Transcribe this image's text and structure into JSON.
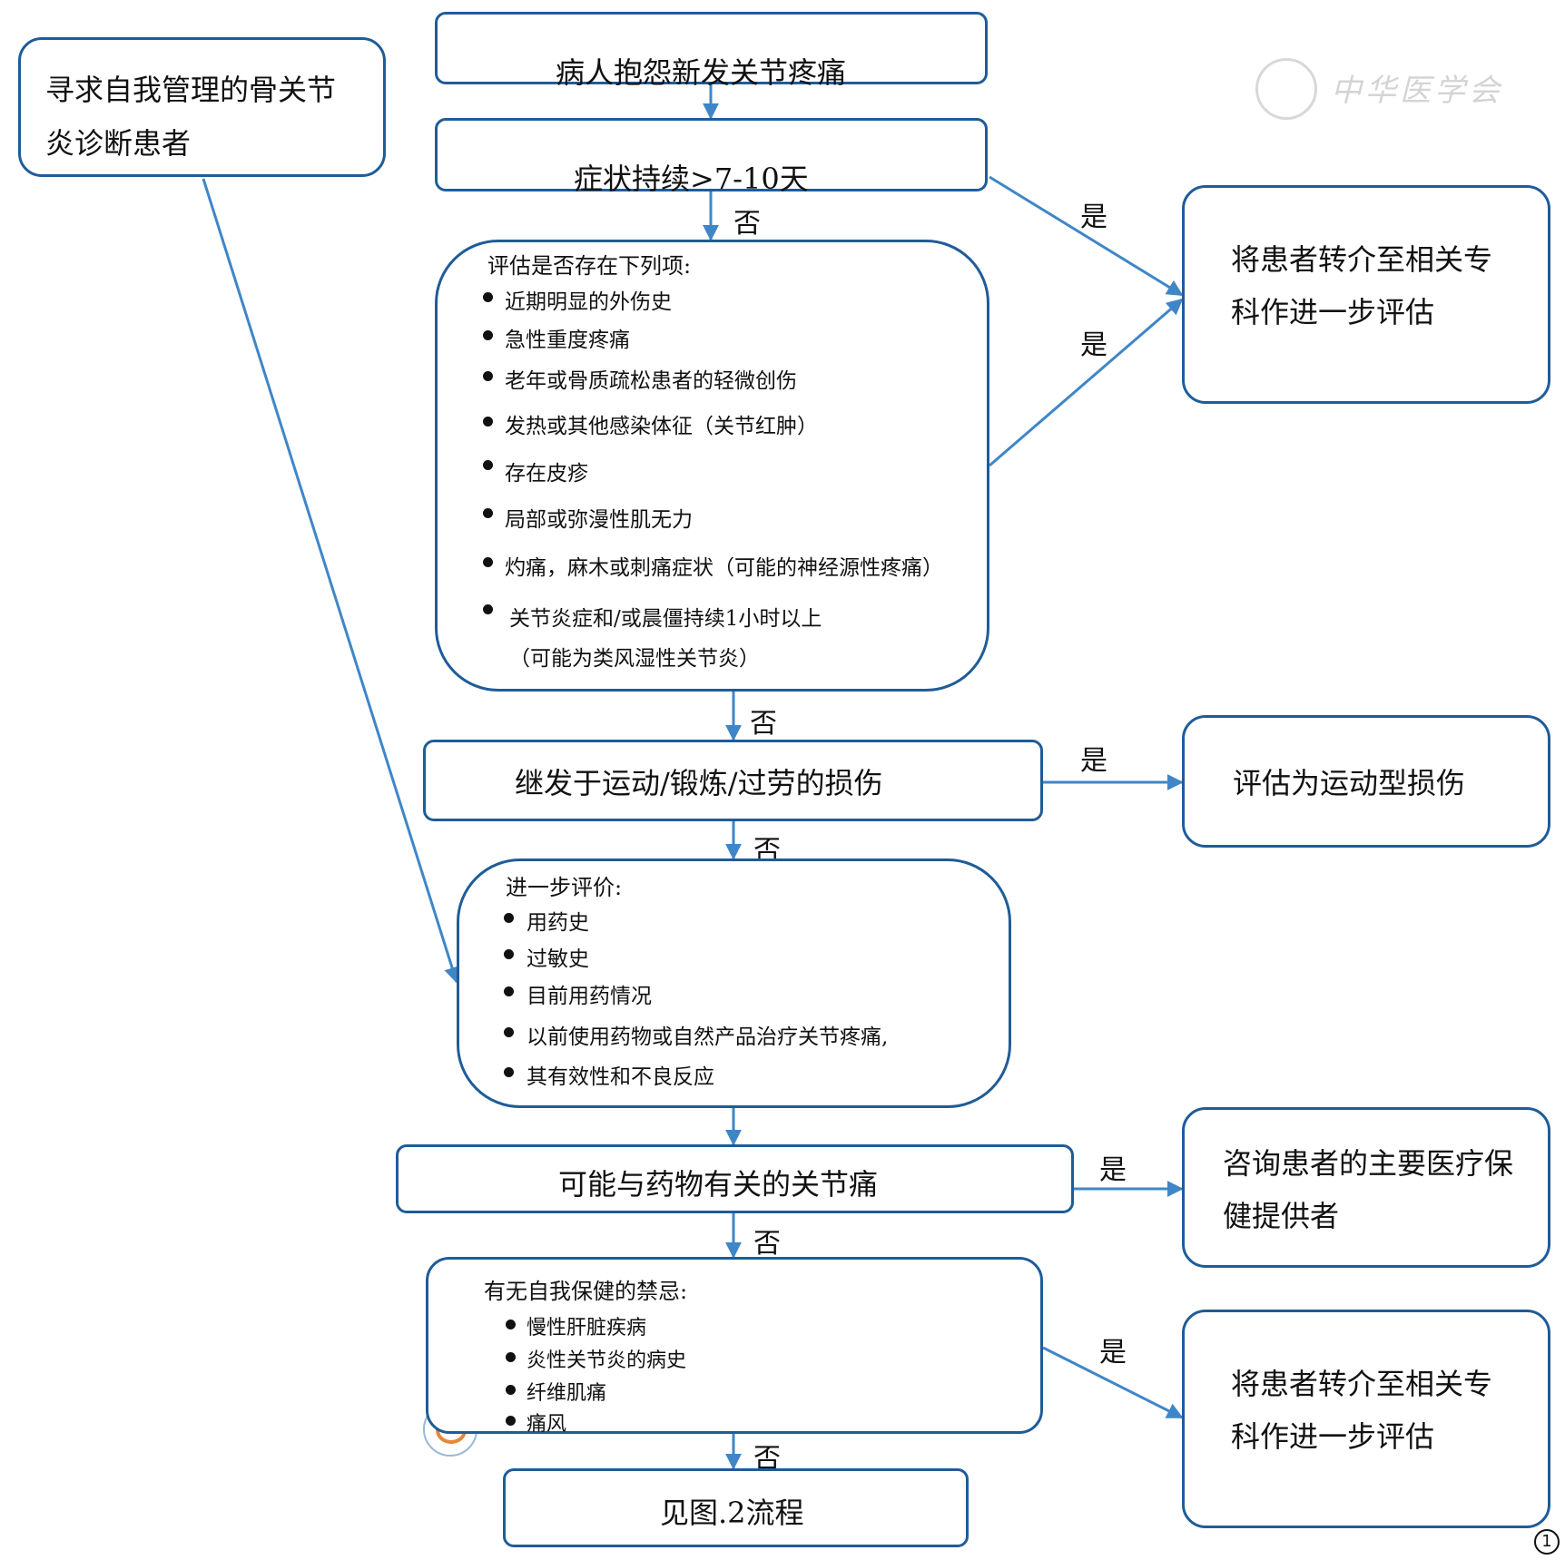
{
  "nodes": {
    "patient": "寻求自我管理的骨关节炎诊断患者",
    "patient_line1": "寻求自我管理的骨关节",
    "patient_line2": "炎诊断患者",
    "start": "病人抱怨新发关节疼痛",
    "duration": "症状持续>7-10天",
    "assess": {
      "title": "评估是否存在下列项:",
      "items": [
        "近期明显的外伤史",
        "急性重度疼痛",
        "老年或骨质疏松患者的轻微创伤",
        "发热或其他感染体征（关节红肿）",
        "存在皮疹",
        "局部或弥漫性肌无力",
        "灼痛，麻木或刺痛症状（可能的神经源性疼痛）",
        "关节炎症和/或晨僵持续1小时以上",
        "（可能为类风湿性关节炎）"
      ]
    },
    "sport": "继发于运动/锻炼/过劳的损伤",
    "further": {
      "title": "进一步评价:",
      "items": [
        "用药史",
        "过敏史",
        "目前用药情况",
        "以前使用药物或自然产品治疗关节疼痛,",
        "其有效性和不良反应"
      ]
    },
    "drug": "可能与药物有关的关节痛",
    "contra": {
      "title": "有无自我保健的禁忌:",
      "items": [
        "慢性肝脏疾病",
        "炎性关节炎的病史",
        "纤维肌痛",
        "痛风"
      ]
    },
    "end": "见图.2流程",
    "refer1_line1": "将患者转介至相关专",
    "refer1_line2": "科作进一步评估",
    "sport_eval": "评估为运动型损伤",
    "consult_line1": "咨询患者的主要医疗保",
    "consult_line2": "健提供者",
    "refer2_line1": "将患者转介至相关专",
    "refer2_line2": "科作进一步评估"
  },
  "labels": {
    "yes": "是",
    "no": "否"
  },
  "figure_number": "1",
  "watermark": "中华医学会",
  "colors": {
    "border": "#1f5c99",
    "arrow": "#3f86c8"
  }
}
